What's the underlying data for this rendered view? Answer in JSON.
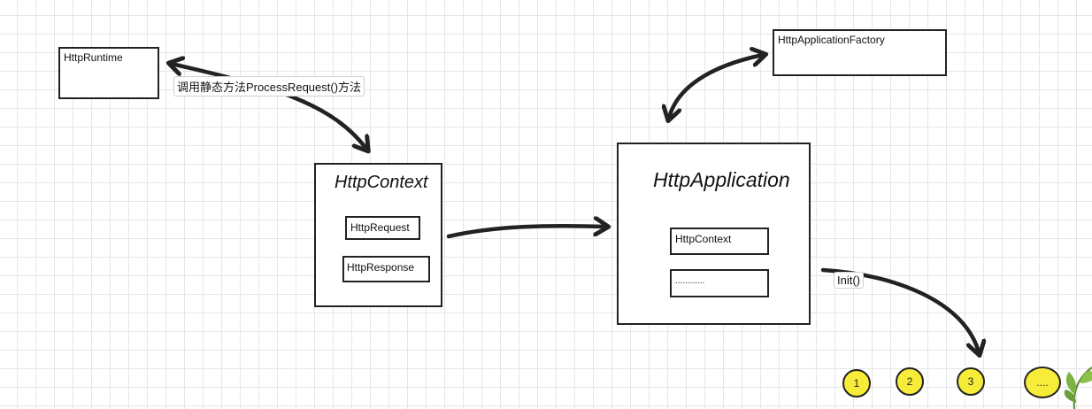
{
  "boxes": {
    "http_runtime": "HttpRuntime",
    "http_application_factory": "HttpApplicationFactory",
    "http_context": {
      "title": "HttpContext",
      "request": "HttpRequest",
      "response": "HttpResponse"
    },
    "http_application": {
      "title": "HttpApplication",
      "context": "HttpContext",
      "more": "............"
    }
  },
  "edge_labels": {
    "process_request": "调用静态方法ProcessRequest()方法",
    "init": "Init()"
  },
  "circles": [
    "1",
    "2",
    "3",
    "...."
  ],
  "colors": {
    "stroke": "#222222",
    "circle_fill": "#f7ec3a",
    "grid": "#e6e6e6",
    "leaf": "#7cb342"
  }
}
